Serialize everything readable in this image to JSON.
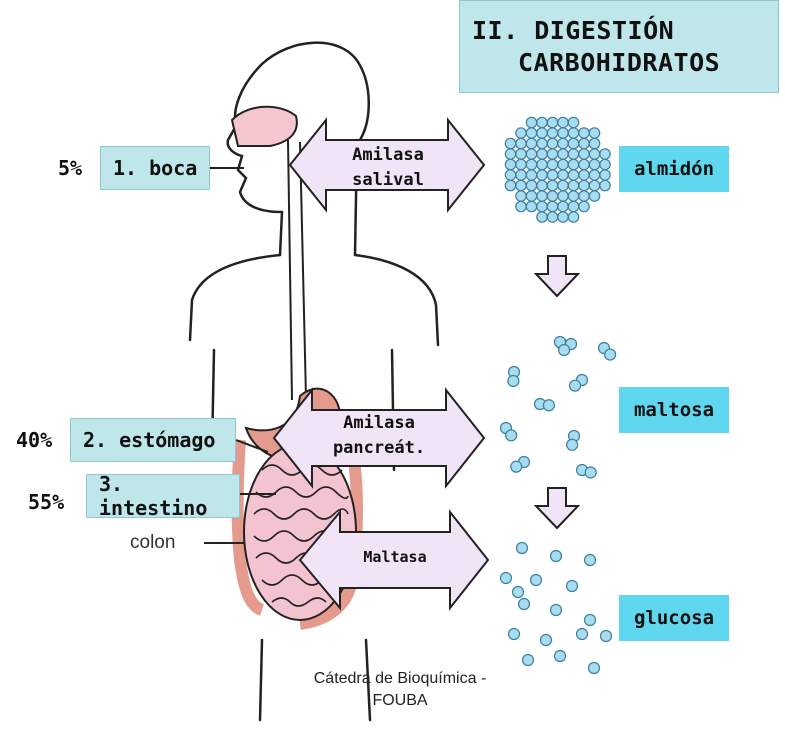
{
  "title": {
    "line1": "II. DIGESTIÓN",
    "line2": "CARBOHIDRATOS"
  },
  "organs": [
    {
      "percent": "5%",
      "label": "1. boca"
    },
    {
      "percent": "40%",
      "label": "2. estómago"
    },
    {
      "percent": "55%",
      "label": "3. intestino"
    }
  ],
  "colon_label": "colon",
  "enzymes": [
    {
      "line1": "Amilasa",
      "line2": "salival"
    },
    {
      "line1": "Amilasa",
      "line2": "pancreát."
    },
    {
      "line1": "Maltasa",
      "line2": ""
    }
  ],
  "products": [
    "almidón",
    "maltosa",
    "glucosa"
  ],
  "credit": {
    "line1": "Cátedra de Bioquímica -",
    "line2": "FOUBA"
  },
  "colors": {
    "label_box": "#bfe6ea",
    "product_box": "#5fd7ef",
    "arrow_fill": "#f2e4f7",
    "molecule": "#a9dcef",
    "intestine": "#f3c4cf",
    "stomach": "#e59a8e"
  }
}
